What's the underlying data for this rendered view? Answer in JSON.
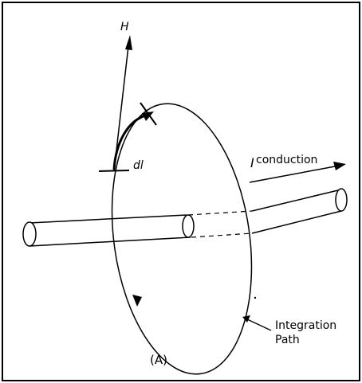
{
  "figure": {
    "labels": {
      "field": "H",
      "element": "dl",
      "current_symbol": "I",
      "current_subscript": "conduction",
      "path_line1": "Integration",
      "path_line2": "Path",
      "panel": "(A)"
    },
    "colors": {
      "ink": "#000000",
      "background": "#ffffff"
    }
  }
}
